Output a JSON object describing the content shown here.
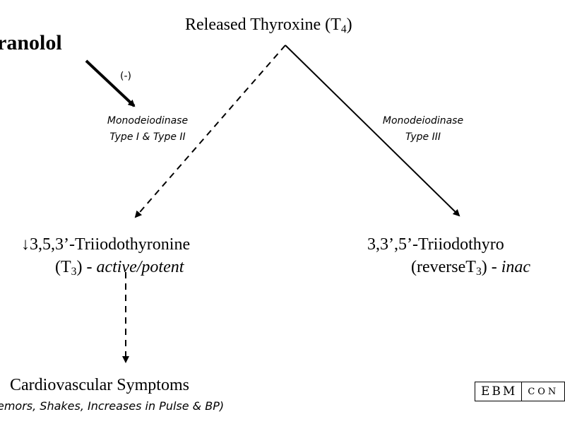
{
  "drug": {
    "label": "ranolol"
  },
  "inhibition": {
    "symbol": "(-)"
  },
  "t4": {
    "text": "Released Thyroxine (T",
    "sub": "4",
    "close": ")"
  },
  "enzyme1": {
    "line1": "Monodeiodinase",
    "line2": "Type I & Type II"
  },
  "enzyme3": {
    "line1": "Monodeiodinase",
    "line2": "Type III"
  },
  "t3": {
    "line1": "↓3,5,3’-Triiodothyronine",
    "line2_pre": "(T",
    "line2_sub": "3",
    "line2_mid": ") - ",
    "line2_it": "active/potent"
  },
  "rt3": {
    "line1": "3,3’,5’-Triiodothyro",
    "line2_pre": "(reverseT",
    "line2_sub": "3",
    "line2_mid": ") - ",
    "line2_it": "inac"
  },
  "cardio": {
    "line1": "Cardiovascular Symptoms",
    "line2": "emors, Shakes, Increases in Pulse & BP)"
  },
  "logo": {
    "part1": "EBM",
    "part2": "CON"
  }
}
